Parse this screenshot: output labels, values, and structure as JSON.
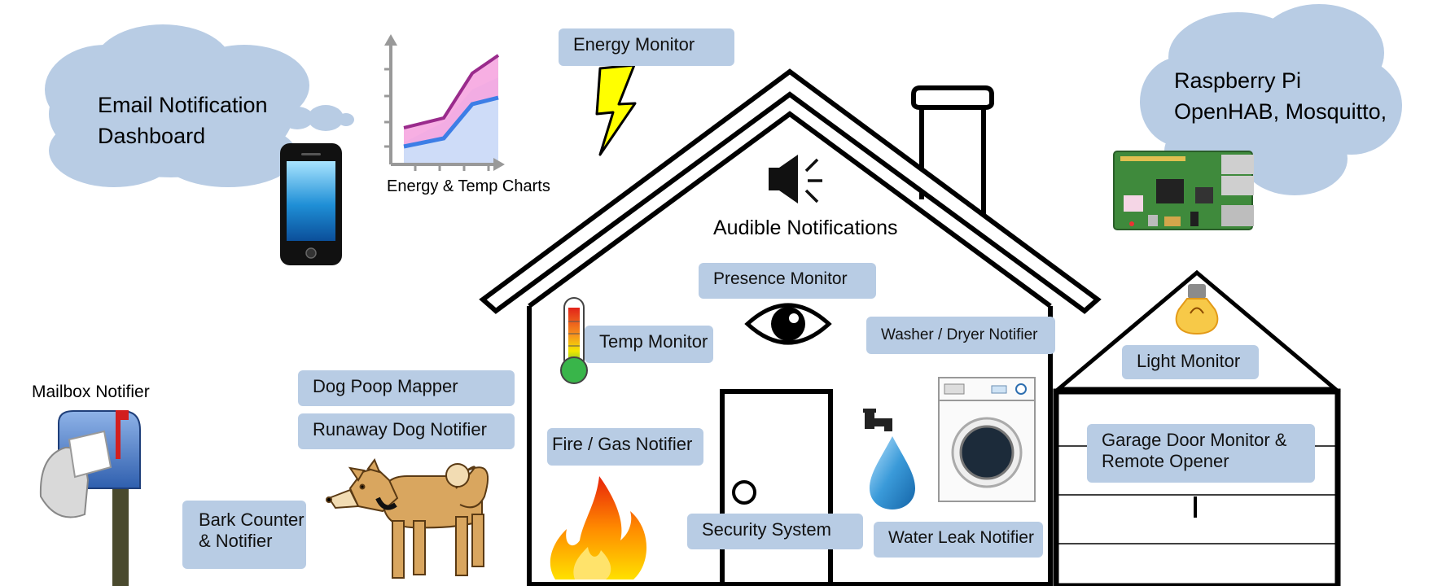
{
  "labels": {
    "email_cloud_line1": "Email Notification",
    "email_cloud_line2": "Dashboard",
    "charts_caption": "Energy & Temp Charts",
    "energy_monitor": "Energy Monitor",
    "rpi_cloud_line1": "Raspberry Pi",
    "rpi_cloud_line2": "OpenHAB, Mosquitto,",
    "audible_notifications": "Audible Notifications",
    "presence_monitor": "Presence Monitor",
    "temp_monitor": "Temp Monitor",
    "washer_dryer_notifier": "Washer / Dryer Notifier",
    "light_monitor": "Light Monitor",
    "mailbox_notifier": "Mailbox Notifier",
    "dog_poop_mapper": "Dog Poop Mapper",
    "runaway_dog_notifier": "Runaway Dog Notifier",
    "fire_gas_notifier": "Fire / Gas Notifier",
    "garage_line1": "Garage Door Monitor &",
    "garage_line2": "Remote Opener",
    "bark_line1": "Bark Counter",
    "bark_line2": "& Notifier",
    "security_system": "Security System",
    "water_leak_notifier": "Water Leak Notifier"
  },
  "colors": {
    "label_fill": "#b8cce4",
    "cloud_fill": "#b8cce4",
    "outline": "#000000",
    "bolt": "#ffff00",
    "water": "#3a9ad9"
  },
  "icons": [
    "smartphone-icon",
    "line-chart-icon",
    "lightning-bolt-icon",
    "speaker-icon",
    "eye-icon",
    "thermometer-icon",
    "washing-machine-icon",
    "faucet-icon",
    "water-drop-icon",
    "light-bulb-icon",
    "mailbox-icon",
    "dog-icon",
    "fire-icon",
    "raspberry-pi-board-icon"
  ]
}
